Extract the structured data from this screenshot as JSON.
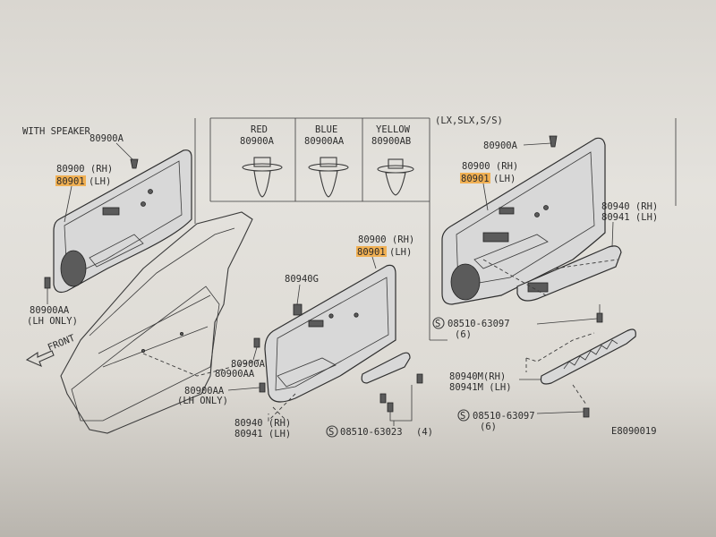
{
  "title_left": "WITH SPEAKER",
  "title_right": "(LX,SLX,S/S)",
  "diagram_code": "E8090019",
  "front_label": "FRONT",
  "clip_table": [
    {
      "color": "RED",
      "part": "80900A"
    },
    {
      "color": "BLUE",
      "part": "80900AA"
    },
    {
      "color": "YELLOW",
      "part": "80900AB"
    }
  ],
  "labels": {
    "l_80900A": "80900A",
    "l_80900_rh": "80900 (RH)",
    "l_80901_lh_num": "80901",
    "l_80901_lh_suf": "(LH)",
    "l_80900AA": "80900AA",
    "l_lh_only": "(LH ONLY)",
    "c_80900_rh": "80900 (RH)",
    "c_80901_num": "80901",
    "c_80901_suf": "(LH)",
    "c_80940G": "80940G",
    "c_80900A": "80900A",
    "c_80900AA": "80900AA",
    "c_80900AA_2": "80900AA",
    "c_lh_only": "(LH ONLY)",
    "c_80940_rh": "80940 (RH)",
    "c_80941_lh": "80941 (LH)",
    "c_screw": "08510-63023",
    "c_screw_qty": "(4)",
    "r_80900A": "80900A",
    "r_80900_rh": "80900 (RH)",
    "r_80901_num": "80901",
    "r_80901_suf": "(LH)",
    "r_80940_rh": "80940 (RH)",
    "r_80941_lh": "80941 (LH)",
    "r_screw1": "08510-63097",
    "r_screw1_qty": "(6)",
    "r_80940M_rh": "80940M(RH)",
    "r_80941M_lh": "80941M (LH)",
    "r_screw2": "08510-63097",
    "r_screw2_qty": "(6)",
    "s_symbol": "S"
  },
  "colors": {
    "highlight": "#f2a73b",
    "ink": "#2c2c2c"
  }
}
